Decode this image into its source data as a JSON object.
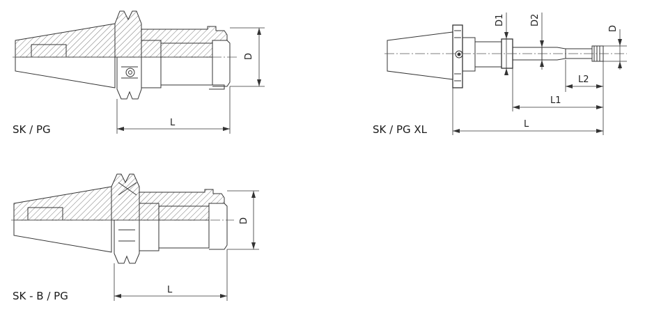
{
  "captions": {
    "sk_pg": "SK / PG",
    "sk_pg_xl": "SK / PG XL",
    "sk_b_pg": "SK - B / PG"
  },
  "dims": {
    "d": "D",
    "l": "L",
    "d1": "D1",
    "d2": "D2",
    "l1": "L1",
    "l2": "L2"
  }
}
